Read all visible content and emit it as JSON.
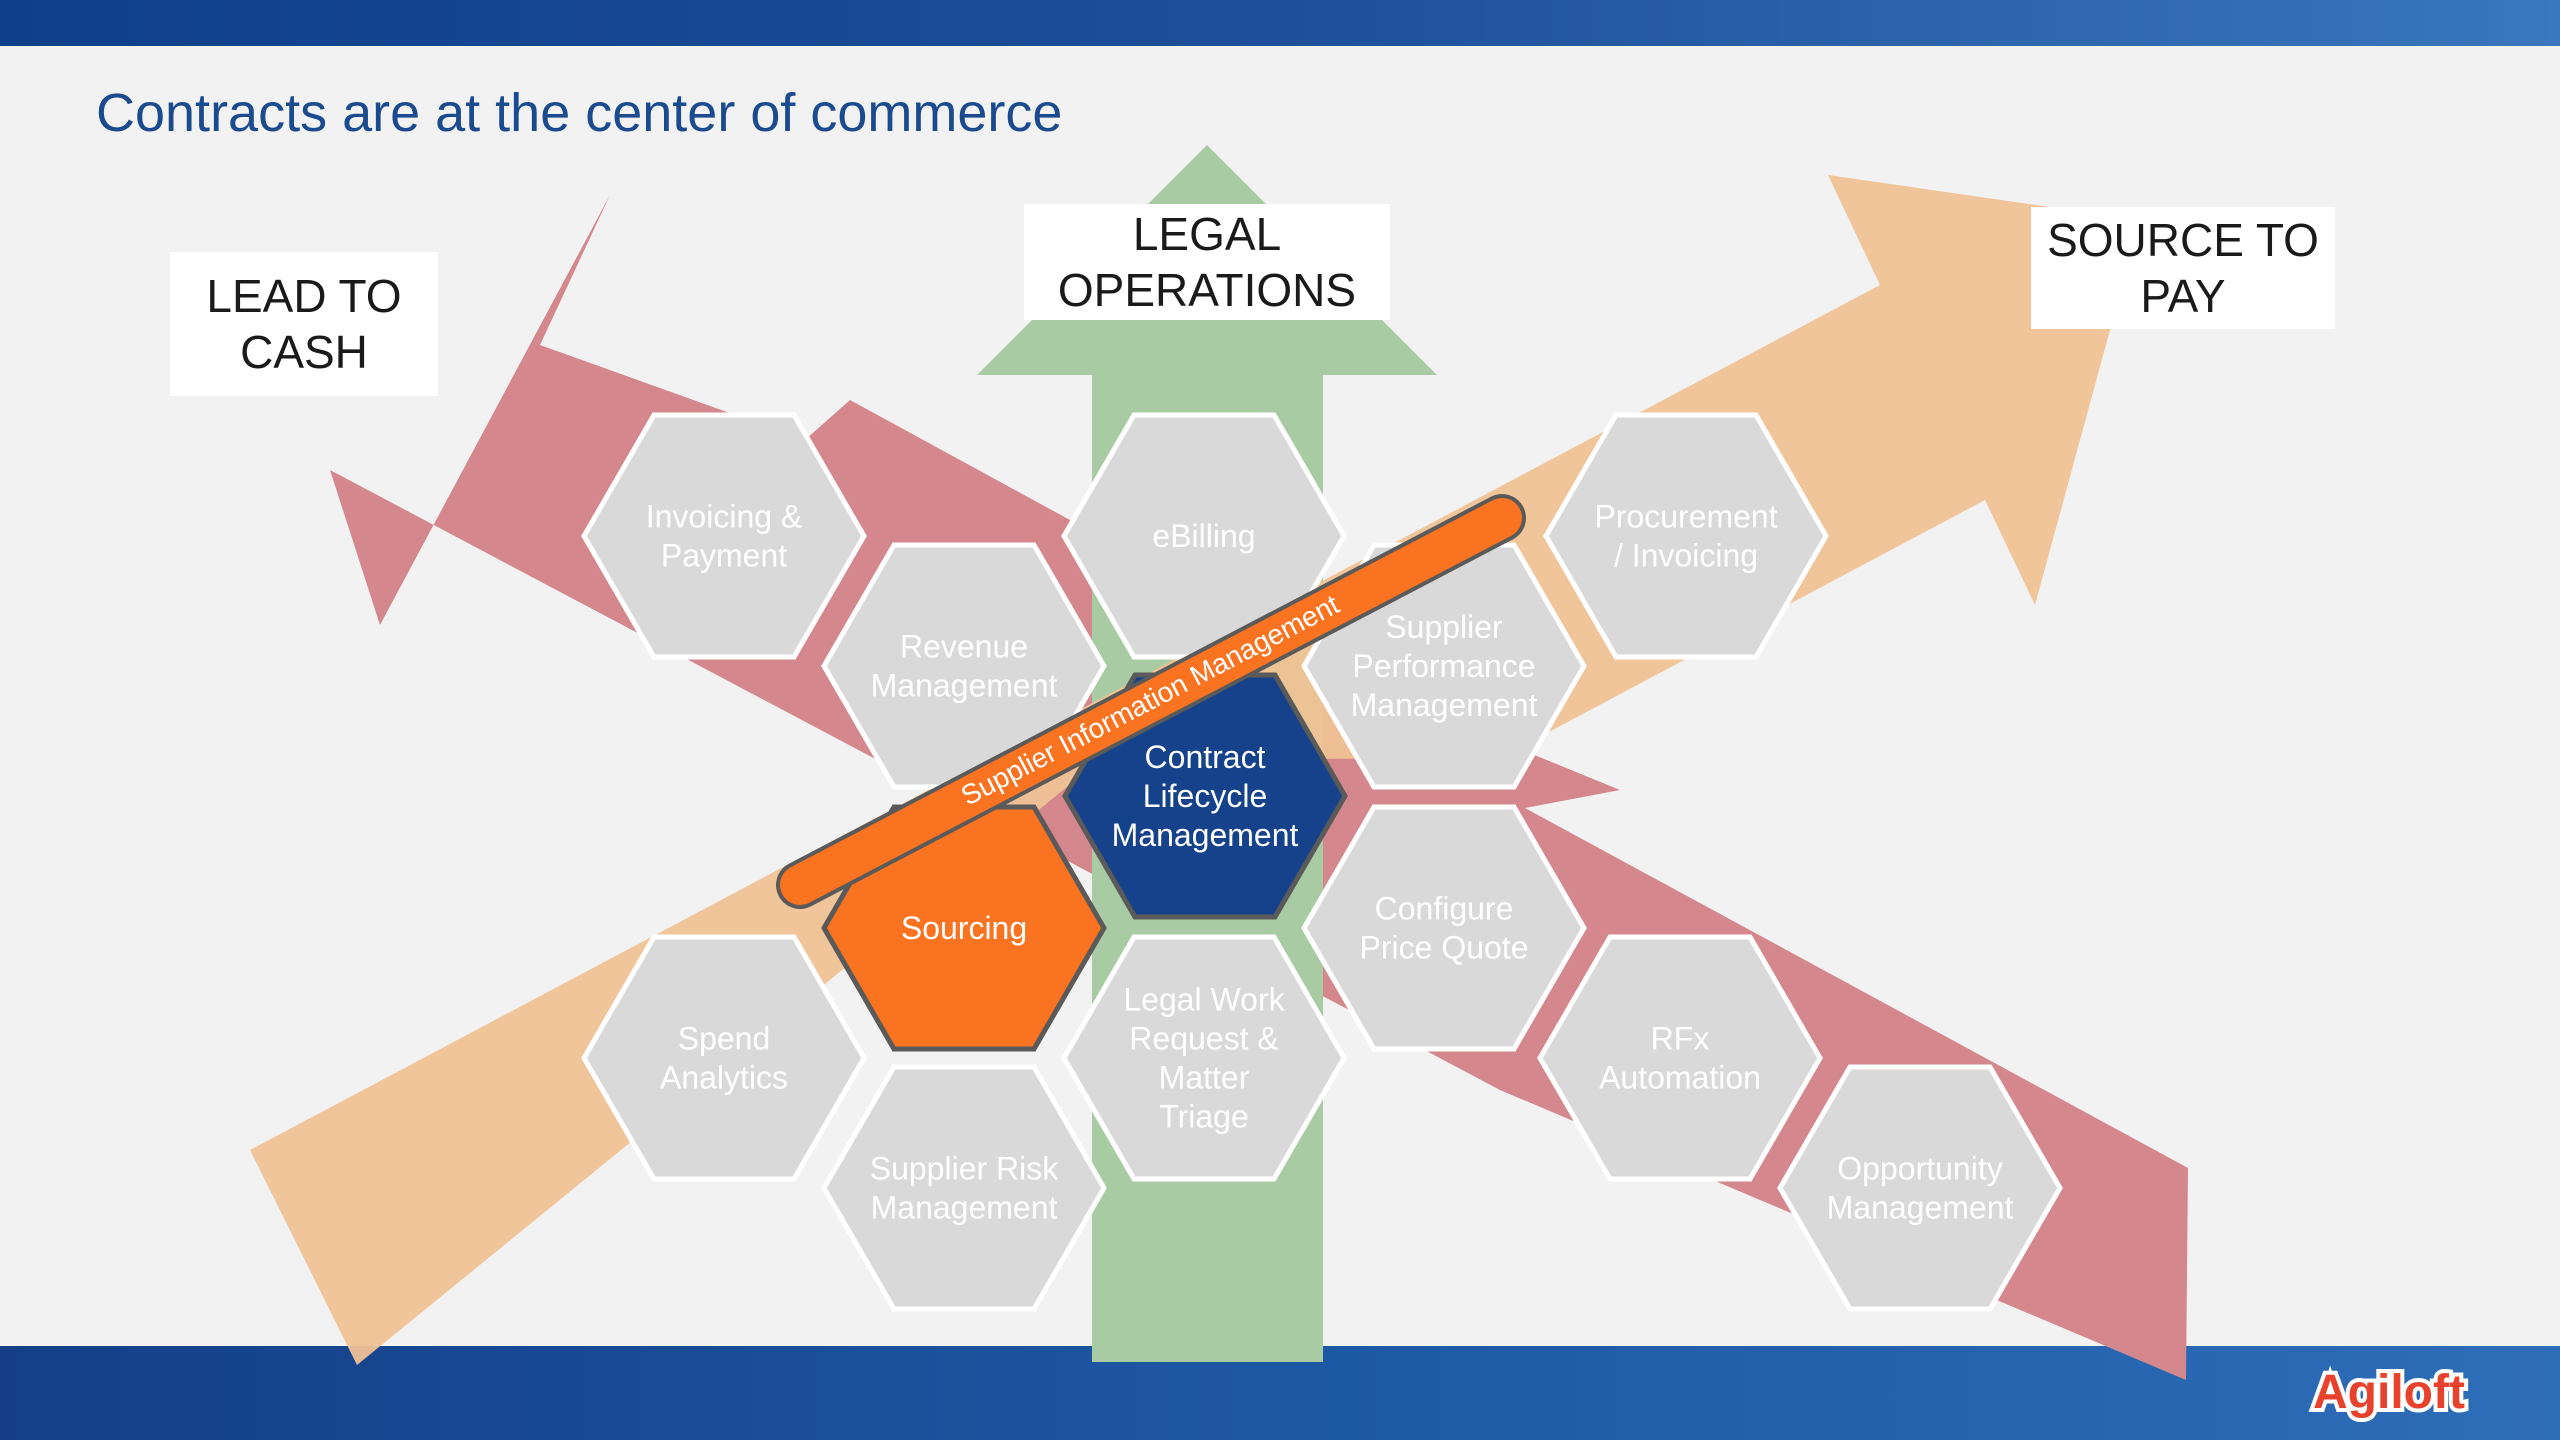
{
  "title": "Contracts are at the center of commerce",
  "labels": {
    "lead_to_cash": [
      "LEAD TO",
      "CASH"
    ],
    "legal_operations": [
      "LEGAL",
      "OPERATIONS"
    ],
    "source_to_pay": [
      "SOURCE TO",
      "PAY"
    ]
  },
  "band_label": "Supplier Information Management",
  "hexagons": [
    {
      "id": "invoicing-payment",
      "lines": [
        "Invoicing &",
        "Payment"
      ],
      "kind": "gray"
    },
    {
      "id": "ebilling",
      "lines": [
        "eBilling"
      ],
      "kind": "gray"
    },
    {
      "id": "procurement-invoicing",
      "lines": [
        "Procurement",
        "/ Invoicing"
      ],
      "kind": "gray"
    },
    {
      "id": "revenue-management",
      "lines": [
        "Revenue",
        "Management"
      ],
      "kind": "gray"
    },
    {
      "id": "supplier-performance-management",
      "lines": [
        "Supplier",
        "Performance",
        "Management"
      ],
      "kind": "gray"
    },
    {
      "id": "contract-lifecycle-management",
      "lines": [
        "Contract",
        "Lifecycle",
        "Management"
      ],
      "kind": "center"
    },
    {
      "id": "sourcing",
      "lines": [
        "Sourcing"
      ],
      "kind": "orange"
    },
    {
      "id": "configure-price-quote",
      "lines": [
        "Configure",
        "Price Quote"
      ],
      "kind": "gray"
    },
    {
      "id": "spend-analytics",
      "lines": [
        "Spend",
        "Analytics"
      ],
      "kind": "gray"
    },
    {
      "id": "legal-work-request",
      "lines": [
        "Legal Work",
        "Request &",
        "Matter",
        "Triage"
      ],
      "kind": "gray"
    },
    {
      "id": "rfx-automation",
      "lines": [
        "RFx",
        "Automation"
      ],
      "kind": "gray"
    },
    {
      "id": "supplier-risk-management",
      "lines": [
        "Supplier Risk",
        "Management"
      ],
      "kind": "gray"
    },
    {
      "id": "opportunity-management",
      "lines": [
        "Opportunity",
        "Management"
      ],
      "kind": "gray"
    }
  ],
  "colors": {
    "lead_to_cash_arrow": "#d4878c",
    "legal_operations_arrow": "#a9cba3",
    "source_to_pay_arrow": "#efc295",
    "hex_gray": "#d9d9d9",
    "hex_center": "#16428b",
    "hex_orange": "#f97321",
    "band": "#f97321"
  },
  "logo": "Agiloft"
}
